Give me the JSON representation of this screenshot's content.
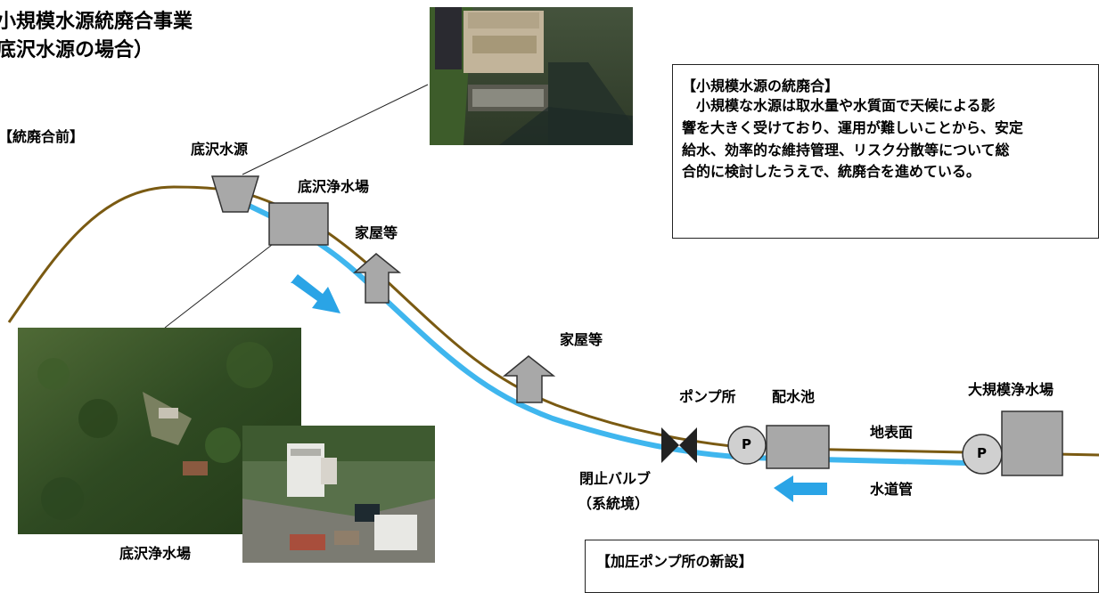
{
  "title": {
    "line1": "小規模水源統廃合事業",
    "line2": "底沢水源の場合）"
  },
  "section_before": "【統廃合前】",
  "labels": {
    "source": "底沢水源",
    "plant": "底沢浄水場",
    "houses_1": "家屋等",
    "houses_2": "家屋等",
    "pump_station": "ポンプ所",
    "reservoir": "配水池",
    "large_plant": "大規模浄水場",
    "ground_surface": "地表面",
    "water_pipe": "水道管",
    "valve": "閉止バルブ",
    "valve_note": "（系統境）",
    "photo_caption": "底沢浄水場",
    "pump_symbol_1": "P",
    "pump_symbol_2": "P"
  },
  "info_box": {
    "heading": "【小規模水源の統廃合】",
    "lines": [
      "　小規模な水源は取水量や水質面で天候による影",
      "響を大きく受けており、運用が難しいことから、安定",
      "給水、効率的な維持管理、リスク分散等について総",
      "合的に検討したうえで、統廃合を進めている。"
    ]
  },
  "bottom_box": {
    "heading": "【加圧ポンプ所の新設】"
  },
  "colors": {
    "ground_line": "#7a5a12",
    "pipe": "#3fb6ee",
    "arrow": "#2aa4e6",
    "facility": "#a8a8a8"
  }
}
